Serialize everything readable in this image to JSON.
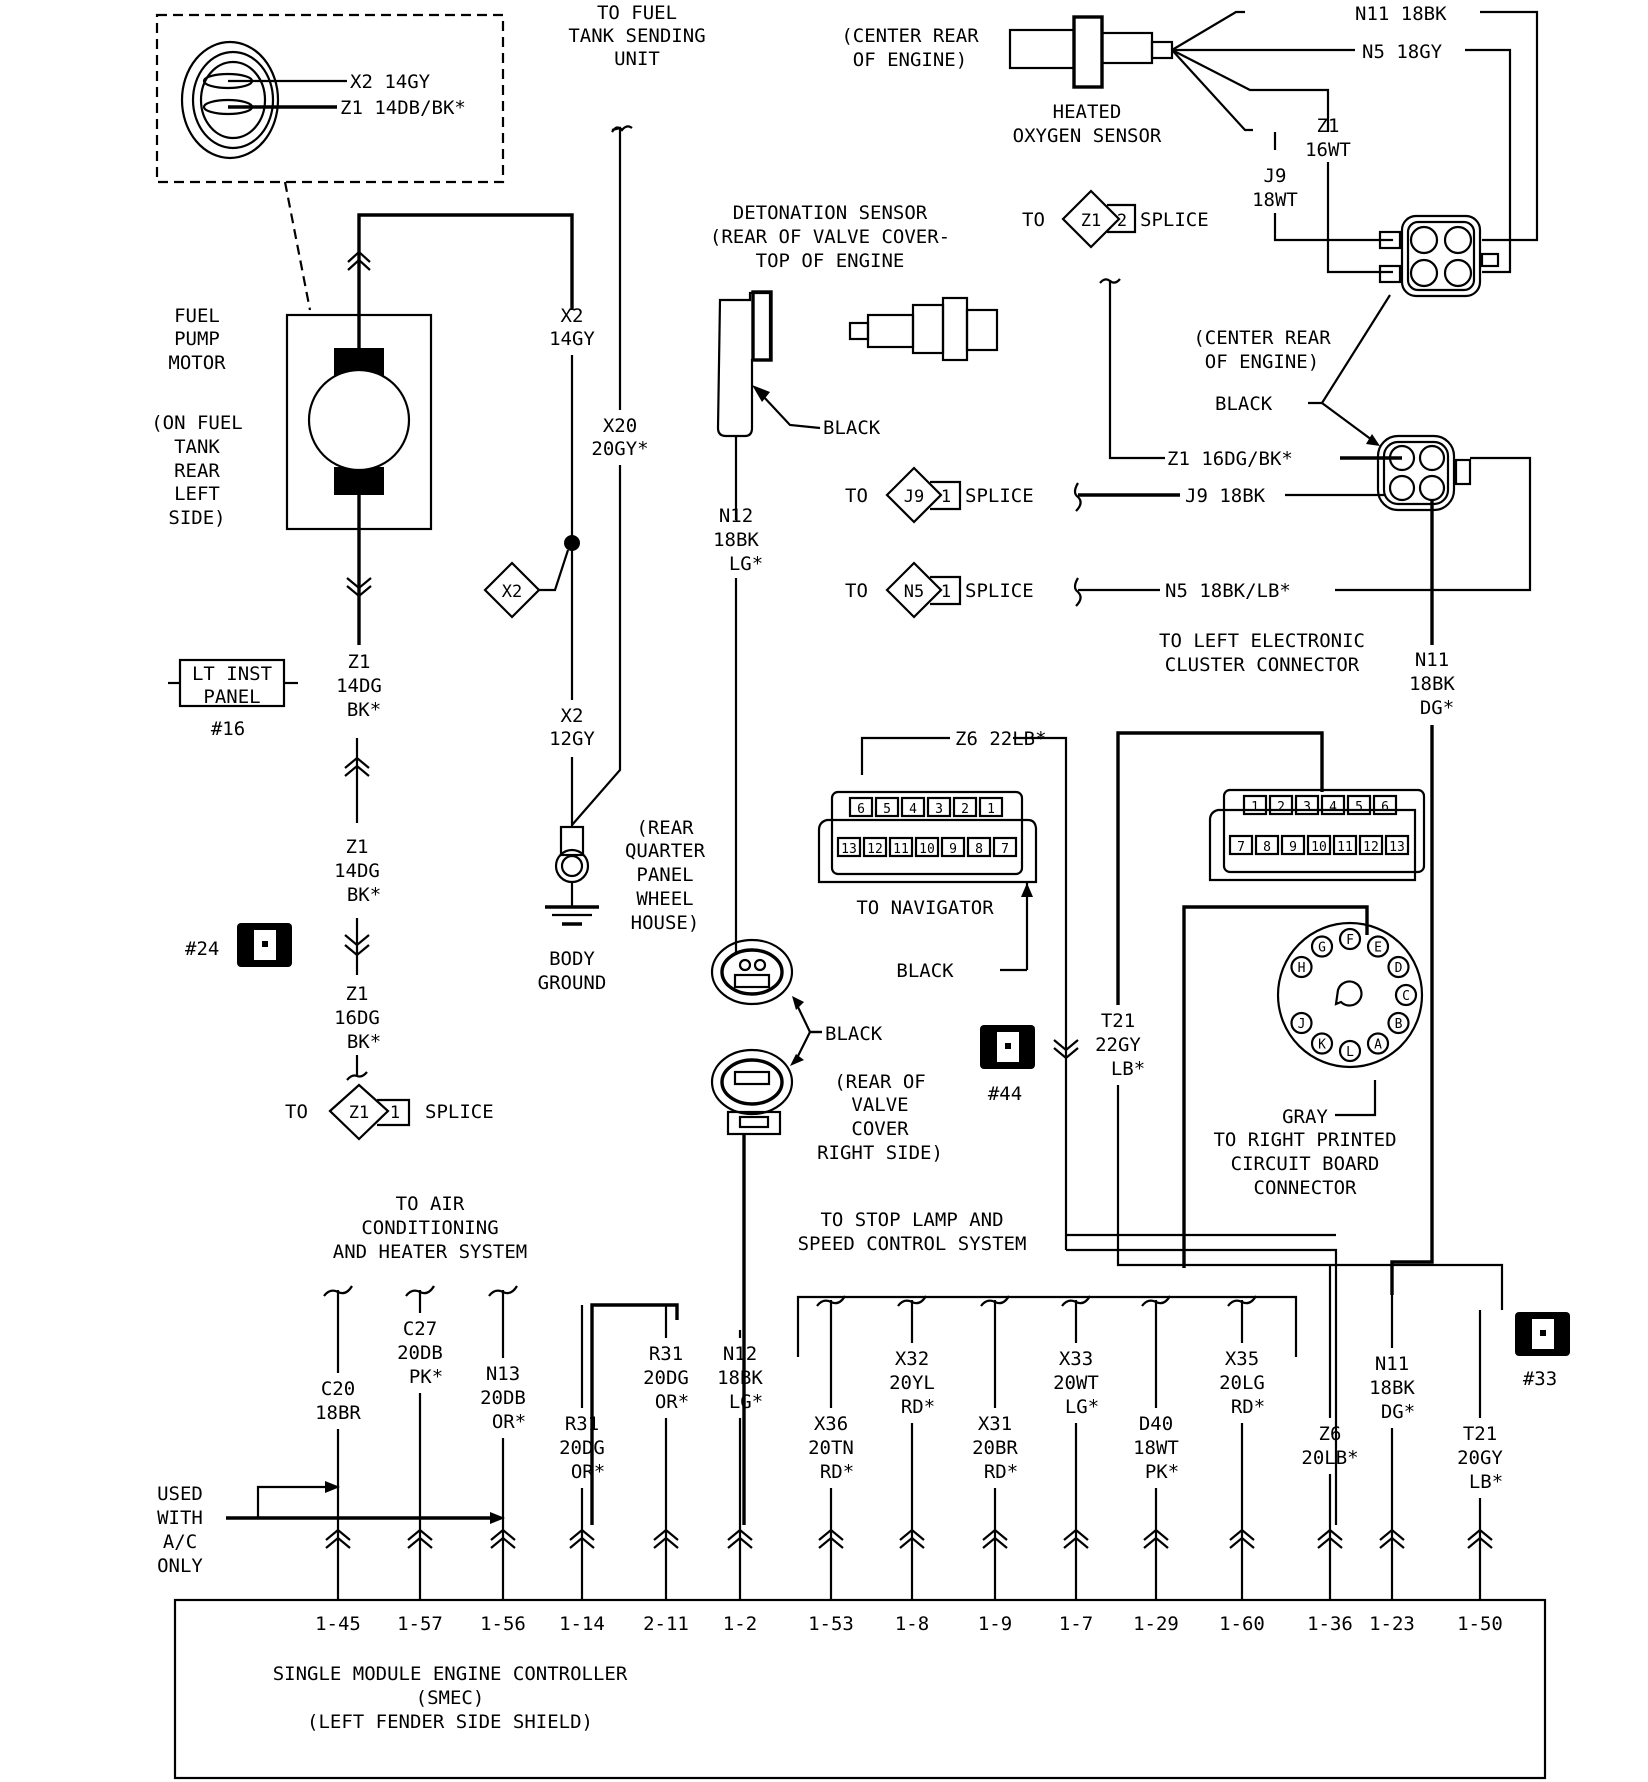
{
  "diagram": {
    "title": "Fuel pump / oxygen sensor / SMEC wiring schematic",
    "fuel_tank_connector": {
      "wire1": "X2 14GY",
      "wire2": "Z1 14DB/BK*"
    },
    "to_fuel_tank_sending_unit": [
      "TO FUEL",
      "TANK SENDING",
      "UNIT"
    ],
    "fuel_pump_motor": {
      "name": [
        "FUEL",
        "PUMP",
        "MOTOR"
      ],
      "location": [
        "(ON FUEL",
        "TANK",
        "REAR",
        "LEFT",
        "SIDE)"
      ]
    },
    "x2_14gy": [
      "X2",
      "14GY"
    ],
    "x20_20gy": [
      "X20",
      "20GY*"
    ],
    "x2_splice_tag": "X2",
    "x2_12gy": [
      "X2",
      "12GY"
    ],
    "body_ground": [
      "BODY",
      "GROUND"
    ],
    "lt_inst_panel": {
      "label": [
        "LT INST",
        "PANEL"
      ],
      "ref": "#16"
    },
    "z1_14dg_bk_a": [
      "Z1",
      "14DG",
      "BK*"
    ],
    "z1_14dg_bk_b": [
      "Z1",
      "14DG",
      "BK*"
    ],
    "ref_24": "#24",
    "z1_16dg_bk": [
      "Z1",
      "16DG",
      "BK*"
    ],
    "z1_splice_1": {
      "to": "TO",
      "tag": "Z1",
      "num": "1",
      "splice": "SPLICE"
    },
    "heated_o2_sensor": {
      "location": [
        "(CENTER REAR",
        "OF ENGINE)"
      ],
      "name": [
        "HEATED",
        "OXYGEN SENSOR"
      ],
      "n11": "N11 18BK",
      "n5": "N5 18GY",
      "z1": [
        "Z1",
        "16WT"
      ],
      "j9": [
        "J9",
        "18WT"
      ]
    },
    "z1_splice_2": {
      "to": "TO",
      "tag": "Z1",
      "num": "2",
      "splice": "SPLICE"
    },
    "detonation_sensor": {
      "title": [
        "DETONATION SENSOR",
        "(REAR OF VALVE COVER-",
        "TOP OF ENGINE"
      ],
      "black": "BLACK"
    },
    "o2_connector": {
      "location": [
        "(CENTER REAR",
        "OF ENGINE)"
      ],
      "black": "BLACK",
      "z1_16dg": "Z1 16DG/BK*",
      "j9_18bk": "J9 18BK",
      "n5_18bk_lb": "N5 18BK/LB*"
    },
    "j9_splice_1": {
      "to": "TO",
      "tag": "J9",
      "num": "1",
      "splice": "SPLICE"
    },
    "n5_splice_1": {
      "to": "TO",
      "tag": "N5",
      "num": "1",
      "splice": "SPLICE"
    },
    "n12_18bk_lg": [
      "N12",
      "18BK",
      "LG*"
    ],
    "rear_quarter": [
      "(REAR",
      "QUARTER",
      "PANEL",
      "WHEEL",
      "HOUSE)"
    ],
    "detonation_connector_black": "BLACK",
    "rear_of_valve_cover": [
      "(REAR OF",
      "VALVE",
      "COVER",
      "RIGHT SIDE)"
    ],
    "to_left_cluster": [
      "TO LEFT ELECTRONIC",
      "CLUSTER CONNECTOR"
    ],
    "n11_18bk_dg_top": [
      "N11",
      "18BK",
      "DG*"
    ],
    "navigator": {
      "wire": "Z6 22LB*",
      "top_pins": [
        "6",
        "5",
        "4",
        "3",
        "2",
        "1"
      ],
      "bottom_pins": [
        "13",
        "12",
        "11",
        "10",
        "9",
        "8",
        "7"
      ],
      "label": "TO NAVIGATOR",
      "black": "BLACK"
    },
    "cluster_connector": {
      "top_pins": [
        "1",
        "2",
        "3",
        "4",
        "5",
        "6"
      ],
      "bottom_pins": [
        "7",
        "8",
        "9",
        "10",
        "11",
        "12",
        "13"
      ]
    },
    "t21_22gy_lb": [
      "T21",
      "22GY",
      "LB*"
    ],
    "ref_44": "#44",
    "round_connector": {
      "pins": [
        "H",
        "G",
        "F",
        "E",
        "D",
        "C",
        "B",
        "A",
        "L",
        "K",
        "J"
      ],
      "gray": "GRAY",
      "label": [
        "TO RIGHT PRINTED",
        "CIRCUIT BOARD",
        "CONNECTOR"
      ]
    },
    "to_ac_heater": [
      "TO AIR",
      "CONDITIONING",
      "AND HEATER SYSTEM"
    ],
    "to_stop_lamp": [
      "TO STOP LAMP AND",
      "SPEED CONTROL SYSTEM"
    ],
    "used_with_ac": [
      "USED",
      "WITH",
      "A/C",
      "ONLY"
    ],
    "ref_33": "#33",
    "smec_wires": [
      {
        "pin": "1-45",
        "label": [
          "C20",
          "18BR"
        ]
      },
      {
        "pin": "1-57",
        "label": [
          "C27",
          "20DB",
          "PK*"
        ]
      },
      {
        "pin": "1-56",
        "label": [
          "N13",
          "20DB",
          "OR*"
        ]
      },
      {
        "pin": "1-14",
        "label": [
          "R31",
          "20DG",
          "OR*"
        ]
      },
      {
        "pin": "2-11",
        "label": [
          "R31",
          "20DG",
          "OR*"
        ]
      },
      {
        "pin": "1-2",
        "label": [
          "N12",
          "18BK",
          "LG*"
        ]
      },
      {
        "pin": "1-53",
        "label": [
          "X36",
          "20TN",
          "RD*"
        ]
      },
      {
        "pin": "1-8",
        "label": [
          "X32",
          "20YL",
          "RD*"
        ]
      },
      {
        "pin": "1-9",
        "label": [
          "X31",
          "20BR",
          "RD*"
        ]
      },
      {
        "pin": "1-7",
        "label": [
          "X33",
          "20WT",
          "LG*"
        ]
      },
      {
        "pin": "1-29",
        "label": [
          "D40",
          "18WT",
          "PK*"
        ]
      },
      {
        "pin": "1-60",
        "label": [
          "X35",
          "20LG",
          "RD*"
        ]
      },
      {
        "pin": "1-36",
        "label": [
          "Z6",
          "20LB*"
        ]
      },
      {
        "pin": "1-23",
        "label": [
          "N11",
          "18BK",
          "DG*"
        ]
      },
      {
        "pin": "1-50",
        "label": [
          "T21",
          "20GY",
          "LB*"
        ]
      }
    ],
    "smec": [
      "SINGLE MODULE ENGINE CONTROLLER",
      "(SMEC)",
      "(LEFT FENDER SIDE SHIELD)"
    ]
  }
}
